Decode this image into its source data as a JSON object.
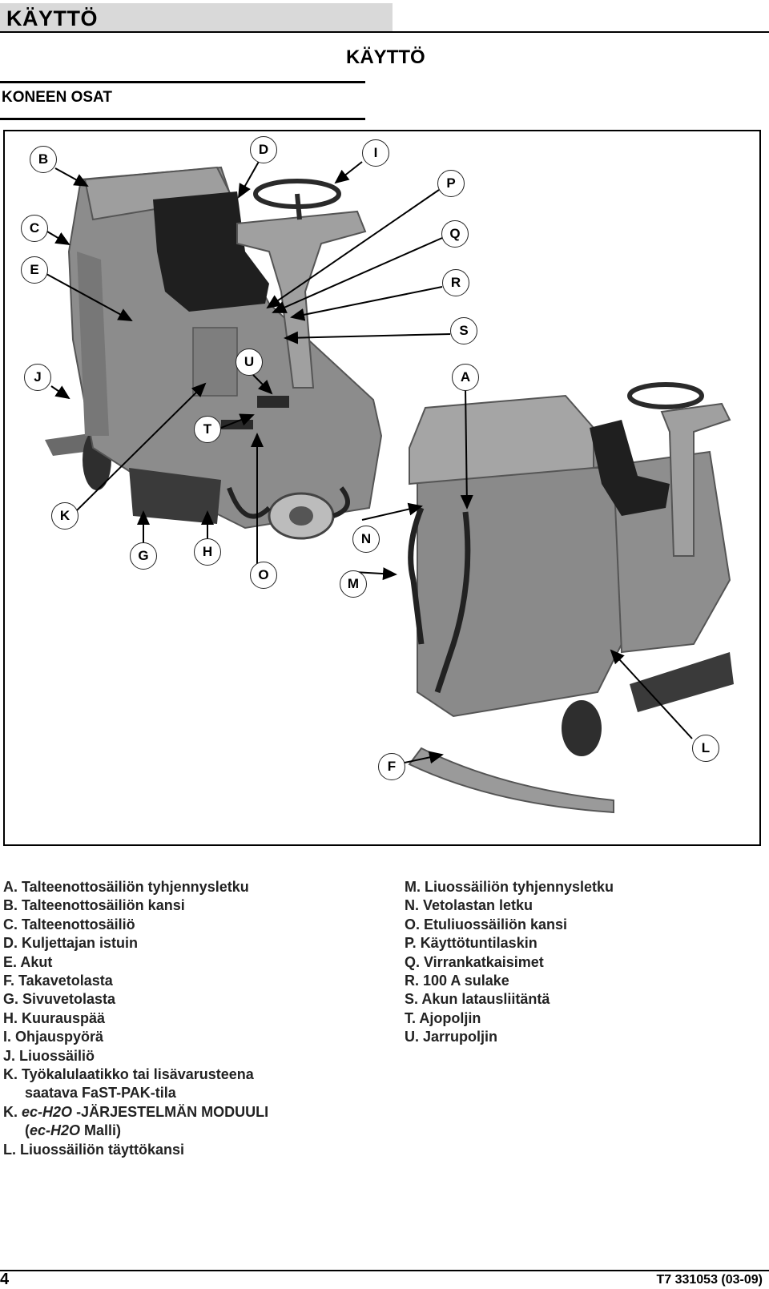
{
  "header": {
    "title": "KÄYTTÖ"
  },
  "section": {
    "title": "KÄYTTÖ"
  },
  "subsection": {
    "title": "KONEEN OSAT"
  },
  "callouts": {
    "A": "A",
    "B": "B",
    "C": "C",
    "D": "D",
    "E": "E",
    "F": "F",
    "G": "G",
    "H": "H",
    "I": "I",
    "J": "J",
    "K": "K",
    "L": "L",
    "M": "M",
    "N": "N",
    "O": "O",
    "P": "P",
    "Q": "Q",
    "R": "R",
    "S": "S",
    "T": "T",
    "U": "U"
  },
  "legend_left": [
    "A. Talteenottosäiliön tyhjennysletku",
    "B. Talteenottosäiliön kansi",
    "C. Talteenottosäiliö",
    "D. Kuljettajan istuin",
    "E. Akut",
    "F. Takavetolasta",
    "G. Sivuvetolasta",
    "H. Kuurauspää",
    "I. Ohjauspyörä",
    "J. Liuossäiliö",
    "K. Työkalulaatikko tai lisävarusteena",
    "saatava FaST-PAK-tila",
    "K.",
    "ec-H2O",
    "-JÄRJESTELMÄN MODUULI",
    "(",
    "ec-H2O",
    " Malli)",
    "L. Liuossäiliön täyttökansi"
  ],
  "legend_right": [
    "M. Liuossäiliön tyhjennysletku",
    "N. Vetolastan letku",
    "O. Etuliuossäiliön kansi",
    "P. Käyttötuntilaskin",
    "Q. Virrankatkaisimet",
    "R. 100 A sulake",
    "S. Akun latausliitäntä",
    "T. Ajopoljin",
    "U. Jarrupoljin"
  ],
  "footer": {
    "page": "4",
    "code": "T7 331053 (03-09)"
  },
  "colors": {
    "machine_body": "#8a8a8a",
    "machine_dark": "#3a3a3a",
    "header_band": "#d9d9d9"
  }
}
